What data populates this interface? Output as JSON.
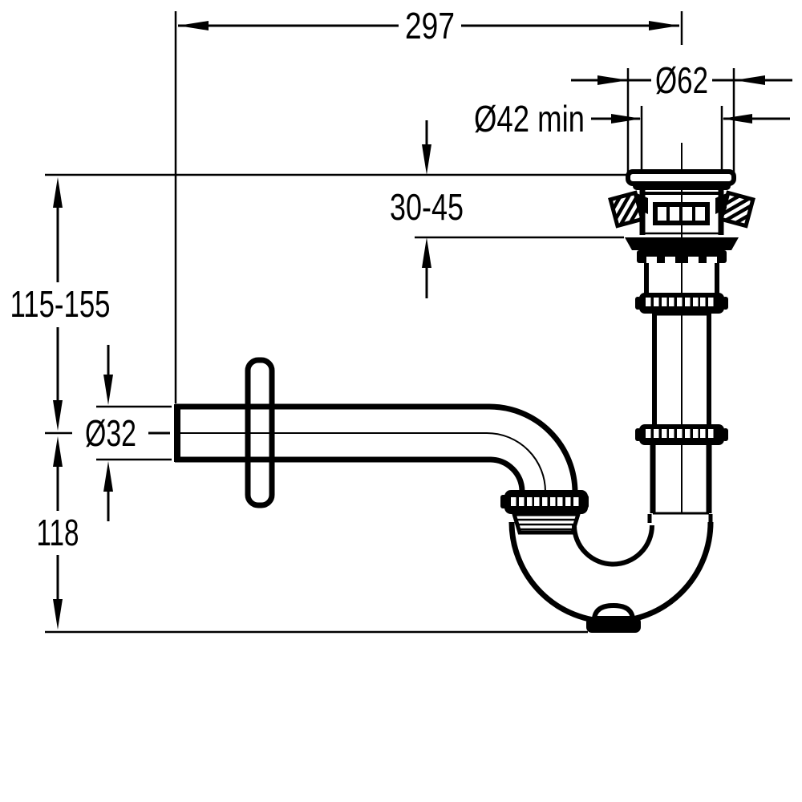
{
  "drawing": {
    "kind": "technical dimension drawing - washbasin pop-up waste with P-trap, side view",
    "background": "#ffffff",
    "line_color": "#000000",
    "labels": {
      "overall_width": "297",
      "flange_dia": "Ø62",
      "hole_dia": "Ø42 min",
      "clamp_range": "30-45",
      "inlet_height": "115-155",
      "pipe_dia": "Ø32",
      "outlet_height": "118"
    }
  }
}
